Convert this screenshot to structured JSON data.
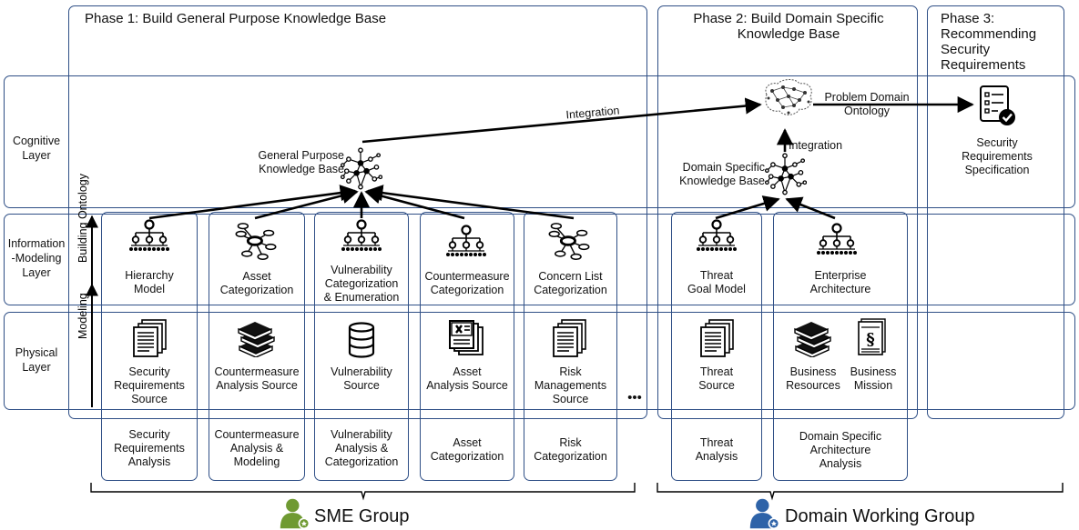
{
  "phases": [
    {
      "title": "Phase 1: Build General Purpose Knowledge Base"
    },
    {
      "title": "Phase 2: Build Domain Specific\nKnowledge Base"
    },
    {
      "title": "Phase 3:\nRecommending\nSecurity\nRequirements"
    }
  ],
  "layers": [
    {
      "label": "Cognitive\nLayer"
    },
    {
      "label": "Information\n-Modeling\nLayer"
    },
    {
      "label": "Physical\nLayer"
    }
  ],
  "side_arrows": {
    "building_ontology": "Building Ontology",
    "modeling": "Modeling"
  },
  "cognitive": {
    "general_kb": "General Purpose\nKnowledge Base",
    "domain_kb": "Domain Specific\nKnowledge Base",
    "problem_domain": "Problem Domain\nOntology",
    "integration_top": "Integration",
    "integration_side": "Integration",
    "security_spec": "Security\nRequirements\nSpecification"
  },
  "columns": [
    {
      "model": "Hierarchy\nModel",
      "source": "Security\nRequirements\nSource",
      "activity": "Security\nRequirements\nAnalysis",
      "model_icon": "hierarchy-icon",
      "source_icon": "documents-icon"
    },
    {
      "model": "Asset\nCategorization",
      "source": "Countermeasure\nAnalysis Source",
      "activity": "Countermeasure\nAnalysis &\nModeling",
      "model_icon": "network-cluster-icon",
      "source_icon": "books-icon"
    },
    {
      "model": "Vulnerability\nCategorization\n& Enumeration",
      "source": "Vulnerability\nSource",
      "activity": "Vulnerability\nAnalysis &\nCategorization",
      "model_icon": "hierarchy-icon",
      "source_icon": "database-icon"
    },
    {
      "model": "Countermeasure\nCategorization",
      "source": "Asset\nAnalysis Source",
      "activity": "Asset\nCategorization",
      "model_icon": "hierarchy-icon",
      "source_icon": "spreadsheet-icon"
    },
    {
      "model": "Concern List\nCategorization",
      "source": "Risk\nManagements\nSource",
      "activity": "Risk\nCategorization",
      "model_icon": "network-cluster-icon",
      "source_icon": "documents-icon"
    },
    {
      "model": "Threat\nGoal Model",
      "source": "Threat\nSource",
      "activity": "Threat\nAnalysis",
      "model_icon": "hierarchy-icon",
      "source_icon": "documents-icon"
    },
    {
      "model": "Enterprise\nArchitecture",
      "source_a": "Business\nResources",
      "source_b": "Business\nMission",
      "activity": "Domain Specific\nArchitecture\nAnalysis",
      "model_icon": "hierarchy-icon",
      "source_icon": "books-icon"
    }
  ],
  "ellipsis": "•••",
  "groups": [
    {
      "label": "SME Group",
      "icon": "user-icon",
      "color": "#6f9a32"
    },
    {
      "label": "Domain Working Group",
      "icon": "user-icon",
      "color": "#2e63a8"
    }
  ],
  "colors": {
    "border": "#2f4f86"
  }
}
